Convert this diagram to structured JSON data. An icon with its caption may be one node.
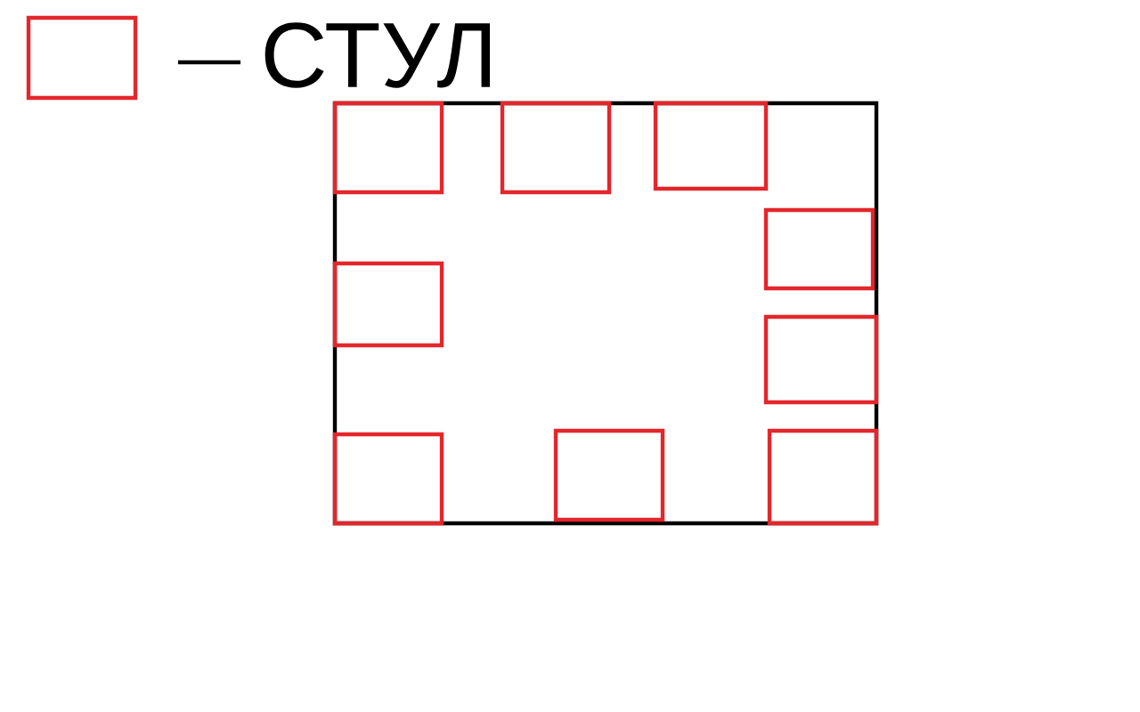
{
  "diagram": {
    "nodes": [
      {
        "text": [],
        "shape": "box"
      },
      {
        "text": [],
        "shape": "box",
        "in": 0
      },
      {
        "text": [],
        "shape": "box",
        "in": 0
      },
      {
        "text": [],
        "shape": "box",
        "in": 0
      },
      {
        "text": [],
        "shape": "box",
        "in": 0
      },
      {
        "text": [],
        "shape": "box",
        "in": 0
      },
      {
        "text": [],
        "shape": "box",
        "in": 0
      },
      {
        "text": [],
        "shape": "box",
        "in": 0
      },
      {
        "text": [],
        "shape": "box",
        "in": 0
      },
      {
        "text": [],
        "shape": "box",
        "in": 0
      }
    ],
    "legend": [
      {
        "text": "СТУЛ"
      }
    ]
  }
}
